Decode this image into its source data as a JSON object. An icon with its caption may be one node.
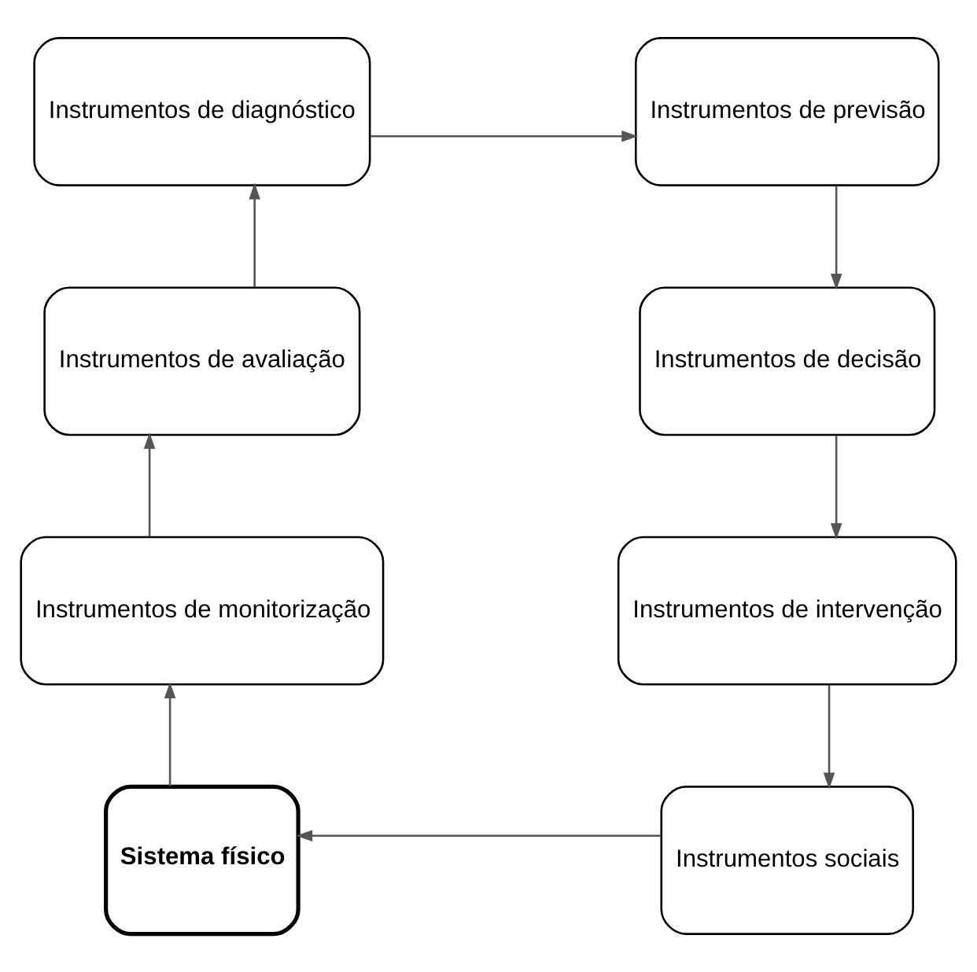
{
  "diagram": {
    "nodes": [
      {
        "text": [
          "Instrumentos de diagnóstico"
        ]
      },
      {
        "text": [
          "Instrumentos de previsão"
        ]
      },
      {
        "text": [
          "Instrumentos de decisão"
        ]
      },
      {
        "text": [
          "Instrumentos de intervenção"
        ]
      },
      {
        "text": [
          "Instrumentos sociais"
        ]
      },
      {
        "text": [
          "Sistema físico"
        ]
      },
      {
        "text": [
          "Instrumentos de monitorização"
        ]
      },
      {
        "text": [
          "Instrumentos de avaliação"
        ]
      }
    ],
    "edges": [
      {
        "from": 0,
        "to": 1,
        "arrow": "to"
      },
      {
        "from": 1,
        "to": 2,
        "arrow": "to"
      },
      {
        "from": 2,
        "to": 3,
        "arrow": "to"
      },
      {
        "from": 3,
        "to": 4,
        "arrow": "to"
      },
      {
        "from": 4,
        "to": 5,
        "arrow": "to"
      },
      {
        "from": 5,
        "to": 6,
        "arrow": "to"
      },
      {
        "from": 6,
        "to": 7,
        "arrow": "to"
      },
      {
        "from": 7,
        "to": 0,
        "arrow": "to"
      }
    ]
  }
}
